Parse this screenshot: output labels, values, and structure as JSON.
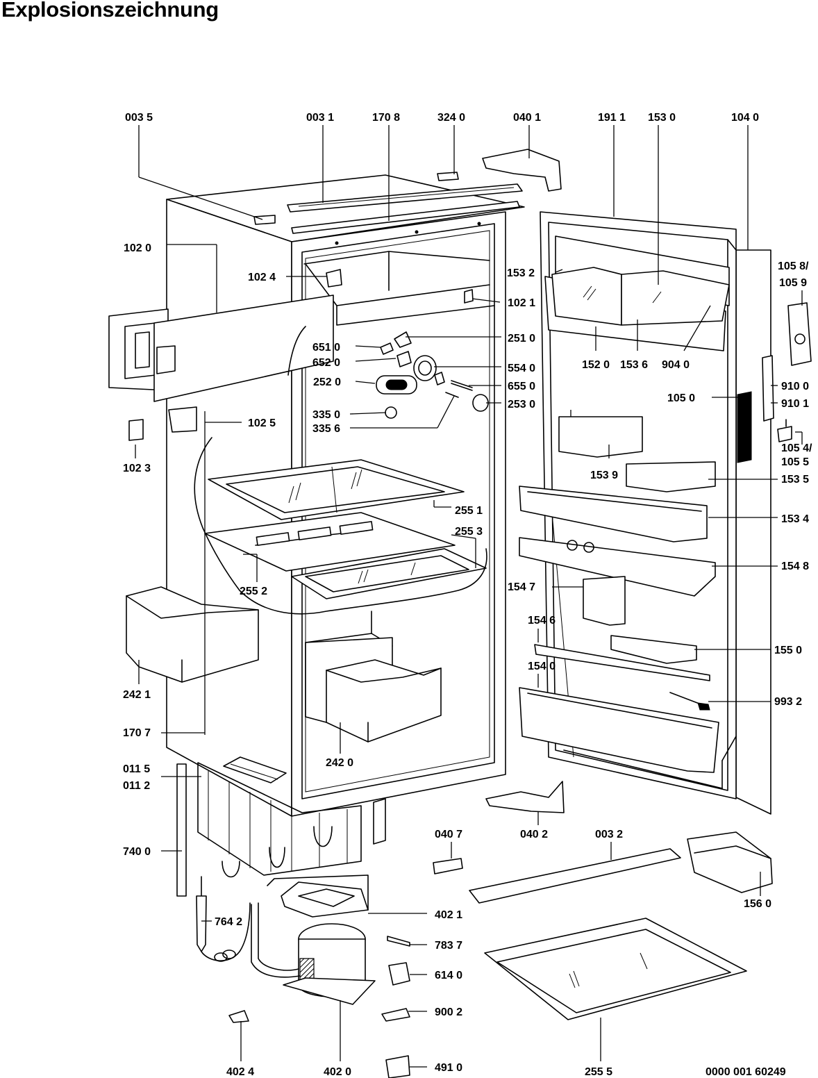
{
  "title": "Explosionszeichnung",
  "document_number": "0000 001 60249",
  "part_labels": [
    "003 5",
    "003 1",
    "170 8",
    "324 0",
    "040 1",
    "191 1",
    "153 0",
    "104 0",
    "102 0",
    "102 4",
    "102 1",
    "153 2",
    "105 8/",
    "105 9",
    "651 0",
    "652 0",
    "252 0",
    "251 0",
    "554 0",
    "655 0",
    "253 0",
    "335 0",
    "335 6",
    "102 5",
    "102 3",
    "152 0",
    "153 6",
    "904 0",
    "105 0",
    "910 0",
    "910 1",
    "105 4/",
    "105 5",
    "255 1",
    "255 3",
    "255 2",
    "153 9",
    "153 5",
    "153 4",
    "154 8",
    "154 7",
    "154 6",
    "155 0",
    "154 0",
    "993 2",
    "242 1",
    "170 7",
    "242 0",
    "011 5",
    "011 2",
    "740 0",
    "040 7",
    "040 2",
    "003 2",
    "156 0",
    "402 1",
    "764 2",
    "783 7",
    "614 0",
    "900 2",
    "491 0",
    "402 4",
    "402 0",
    "255 5"
  ]
}
